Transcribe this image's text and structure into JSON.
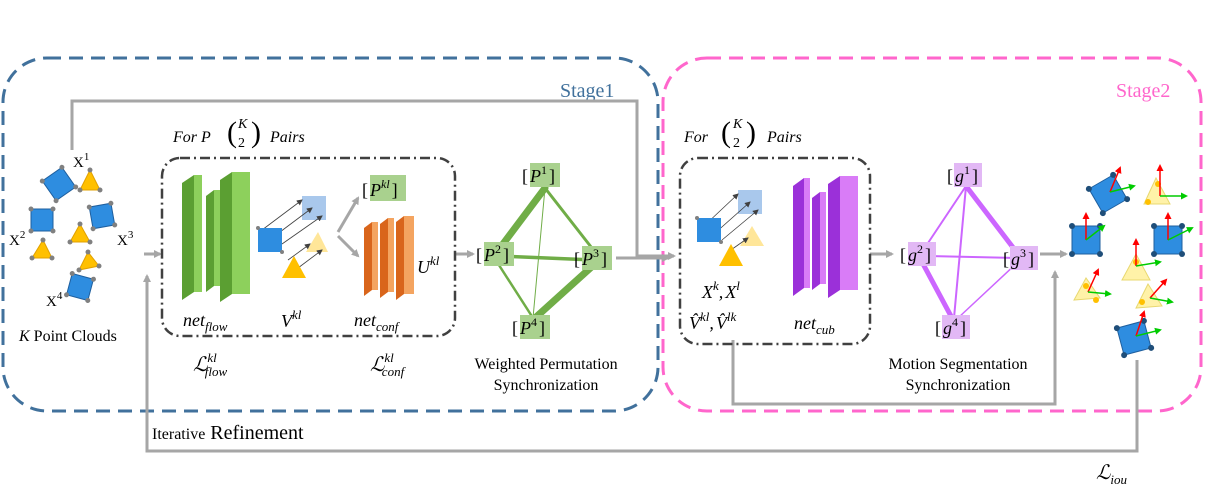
{
  "stages": {
    "stage1": {
      "label": "Stage1",
      "color": "#41719C"
    },
    "stage2": {
      "label": "Stage2",
      "color": "#FF66CC"
    }
  },
  "point_clouds": {
    "labels": {
      "x1": "X",
      "x1_sup": "1",
      "x2": "X",
      "x2_sup": "2",
      "x3": "X",
      "x3_sup": "3",
      "x4": "X",
      "x4_sup": "4"
    },
    "caption_k": "K",
    "caption_rest": "Point Clouds"
  },
  "stage1_block": {
    "header_for": "For P",
    "binom_top": "K",
    "binom_bottom": "2",
    "header_pairs": "Pairs",
    "net_flow": {
      "base": "net",
      "sub": "flow"
    },
    "v_kl": {
      "base": "V",
      "sup": "kl"
    },
    "p_kl": {
      "open": "[",
      "base": "P",
      "sup": "kl",
      "close": "]"
    },
    "net_conf": {
      "base": "net",
      "sub": "conf"
    },
    "u_kl": {
      "base": "U",
      "sup": "kl"
    },
    "loss_flow": {
      "base": "ℒ",
      "sup": "kl",
      "sub": "flow"
    },
    "loss_conf": {
      "base": "ℒ",
      "sup": "kl",
      "sub": "conf"
    }
  },
  "perm_sync": {
    "nodes": [
      {
        "open": "[",
        "base": "P",
        "sup": "1",
        "close": "]"
      },
      {
        "open": "[",
        "base": "P",
        "sup": "2",
        "close": "]"
      },
      {
        "open": "[",
        "base": "P",
        "sup": "3",
        "close": "]"
      },
      {
        "open": "[",
        "base": "P",
        "sup": "4",
        "close": "]"
      }
    ],
    "caption_line1": "Weighted Permutation",
    "caption_line2": "Synchronization",
    "color": "#70AD47",
    "node_fill": "#A9D18E"
  },
  "stage2_block": {
    "header_for": "For",
    "binom_top": "K",
    "binom_bottom": "2",
    "header_pairs": "Pairs",
    "xk_xl": {
      "a": "X",
      "a_sup": "k",
      "sep": ",",
      "b": "X",
      "b_sup": "l"
    },
    "v_hat": {
      "a": "V̂",
      "a_sup": "kl",
      "sep": ",",
      "b": "V̂",
      "b_sup": "lk"
    },
    "net_cub": {
      "base": "net",
      "sub": "cub"
    }
  },
  "motion_sync": {
    "nodes": [
      {
        "open": "[",
        "base": "g",
        "sup": "1",
        "close": "]"
      },
      {
        "open": "[",
        "base": "g",
        "sup": "2",
        "close": "]"
      },
      {
        "open": "[",
        "base": "g",
        "sup": "3",
        "close": "]"
      },
      {
        "open": "[",
        "base": "g",
        "sup": "4",
        "close": "]"
      }
    ],
    "caption_line1": "Motion Segmentation",
    "caption_line2": "Synchronization",
    "color": "#CC66FF",
    "node_fill": "#E2B8F5"
  },
  "feedback": {
    "iterative_a": "Iterative",
    "iterative_b": "Refinement",
    "loss_iou": {
      "base": "ℒ",
      "sub": "iou"
    }
  }
}
